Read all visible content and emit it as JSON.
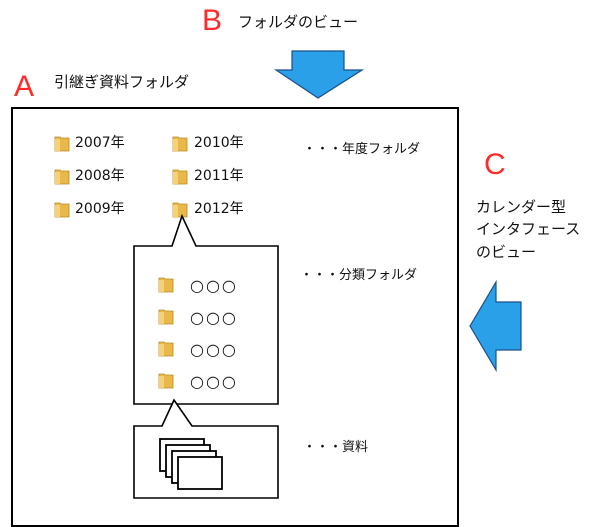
{
  "labels": {
    "b_letter": "B",
    "b_text": "フォルダのビュー",
    "a_letter": "A",
    "a_text": "引継ぎ資料フォルダ",
    "c_letter": "C",
    "c_text_line1": "カレンダー型",
    "c_text_line2": "インタフェース",
    "c_text_line3": "のビュー"
  },
  "year_folders": [
    "2007年",
    "2008年",
    "2009年",
    "2010年",
    "2011年",
    "2012年"
  ],
  "category_folders": [
    "○○○",
    "○○○",
    "○○○",
    "○○○"
  ],
  "annotations": {
    "year": "・・・年度フォルダ",
    "category": "・・・分類フォルダ",
    "docs": "・・・資料"
  },
  "colors": {
    "accent_letter": "#ff2a2a",
    "arrow_fill": "#2aa0e8",
    "arrow_stroke": "#1a4f8a",
    "folder": "#e8b84a"
  }
}
